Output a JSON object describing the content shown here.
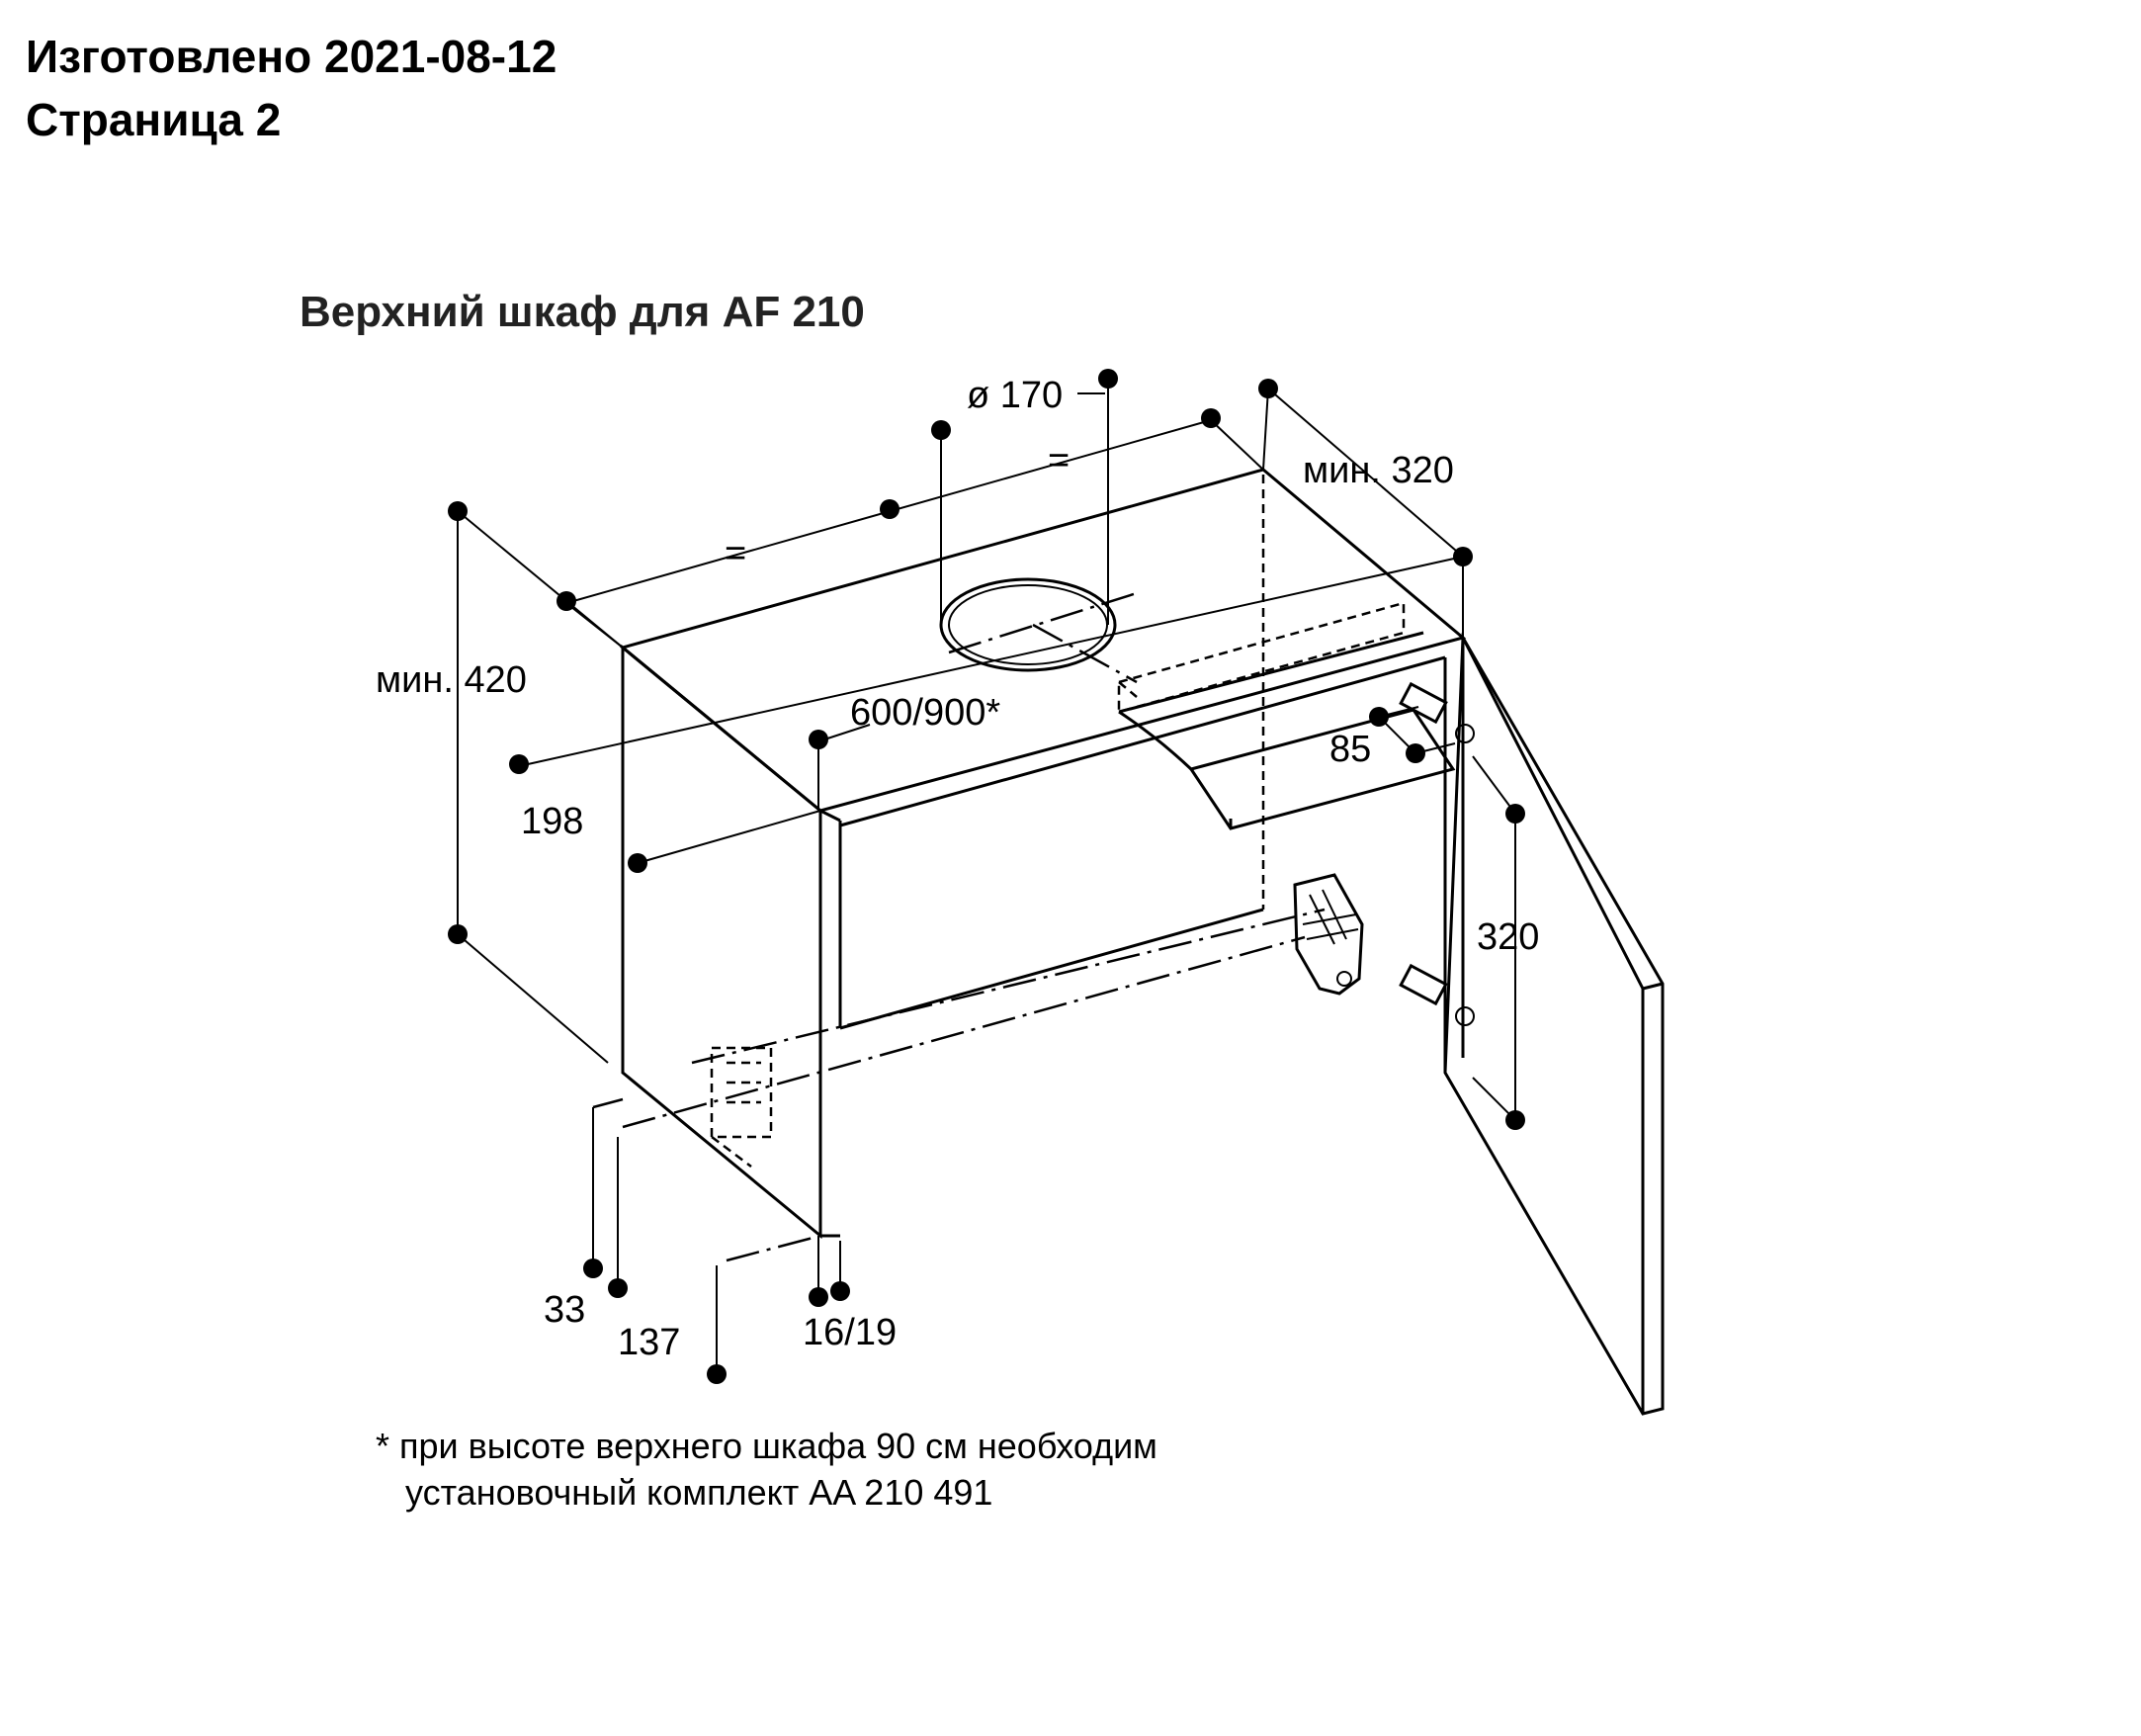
{
  "header": {
    "manufactured": "Изготовлено 2021-08-12",
    "page": "Страница 2"
  },
  "diagram": {
    "title": "Верхний шкаф для AF 210",
    "labels": {
      "diameter": "ø 170",
      "equal_left": "=",
      "equal_right": "=",
      "min_depth": "мин. 320",
      "min_height": "мин. 420",
      "width": "600/900*",
      "depth_198": "198",
      "dim_85": "85",
      "dim_320": "320",
      "dim_33": "33",
      "dim_137": "137",
      "thickness": "16/19"
    },
    "footnote": {
      "line1": "* при высоте верхнего шкафа 90 см необходим",
      "line2": "установочный комплект AA 210 491"
    }
  }
}
